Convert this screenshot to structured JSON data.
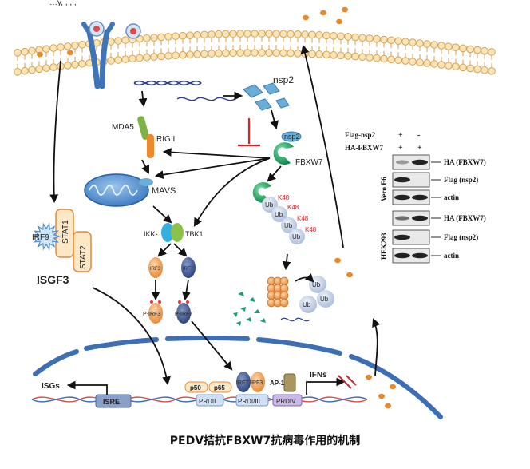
{
  "diagram": {
    "title": "PEDV拮抗FBXW7抗病毒作用的机制",
    "header_fragment": "…y, ,  ,  ,",
    "nodes": {
      "nsp2": "nsp2",
      "nsp2_bound": "nsp2",
      "mda5": "MDA5",
      "rigi": "RIG I",
      "mavs": "MAVS",
      "fbxw7": "FBXW7",
      "ikke": "IKKε",
      "tbk1": "TBK1",
      "irf3": "IRF3",
      "irf7": "IRF7",
      "p_irf3": "P-IRF3",
      "p_irf7": "P-IRF7",
      "stat1": "STAT1",
      "stat2": "STAT2",
      "irf9": "IRF9",
      "isgf3": "ISGF3",
      "ub": "Ub",
      "k48": "K48",
      "isgs": "ISGs",
      "isre": "ISRE",
      "p50": "p50",
      "p65": "p65",
      "prdii": "PRDII",
      "irf7_n": "IRF7",
      "irf3_n": "IRF3",
      "prdi_iii": "PRDI/III",
      "ap1": "AP-1",
      "prdiv": "PRDIV",
      "ifns": "IFNs"
    },
    "blot": {
      "header_rows": [
        {
          "label": "Flag-nsp2",
          "marks": [
            "+",
            "-"
          ]
        },
        {
          "label": "HA-FBXW7",
          "marks": [
            "+",
            "+"
          ]
        }
      ],
      "groups": [
        {
          "cell": "Vero E6",
          "bands": [
            "HA (FBXW7)",
            "Flag (nsp2)",
            "actin"
          ]
        },
        {
          "cell": "HEK293",
          "bands": [
            "HA (FBXW7)",
            "Flag (nsp2)",
            "actin"
          ]
        }
      ]
    }
  }
}
